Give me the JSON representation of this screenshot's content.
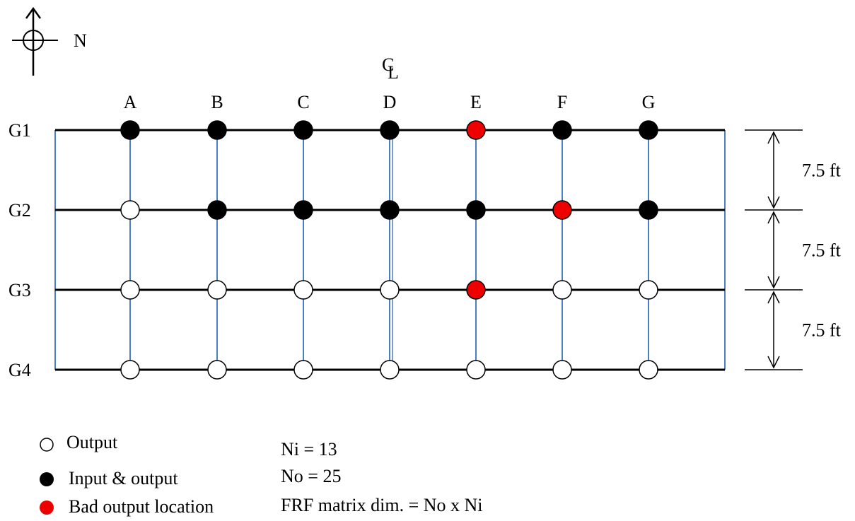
{
  "north": {
    "label": "N"
  },
  "centerline": {
    "c": "C",
    "l": "L"
  },
  "columns": [
    "A",
    "B",
    "C",
    "D",
    "E",
    "F",
    "G"
  ],
  "girders": [
    "G1",
    "G2",
    "G3",
    "G4"
  ],
  "spacing_labels": [
    "7.5 ft",
    "7.5 ft",
    "7.5 ft"
  ],
  "nodes": [
    [
      "io",
      "io",
      "io",
      "io",
      "bad",
      "io",
      "io"
    ],
    [
      "out",
      "io",
      "io",
      "io",
      "io",
      "bad",
      "io"
    ],
    [
      "out",
      "out",
      "out",
      "out",
      "bad",
      "out",
      "out"
    ],
    [
      "out",
      "out",
      "out",
      "out",
      "out",
      "out",
      "out"
    ]
  ],
  "node_colors": {
    "out": "#ffffff",
    "io": "#000000",
    "bad": "#ee0000"
  },
  "legend": {
    "output": "Output",
    "input_output": "Input & output",
    "bad": "Bad output location"
  },
  "notes": {
    "ni": "Ni = 13",
    "no": "No = 25",
    "frf": "FRF matrix dim. = No x Ni"
  }
}
